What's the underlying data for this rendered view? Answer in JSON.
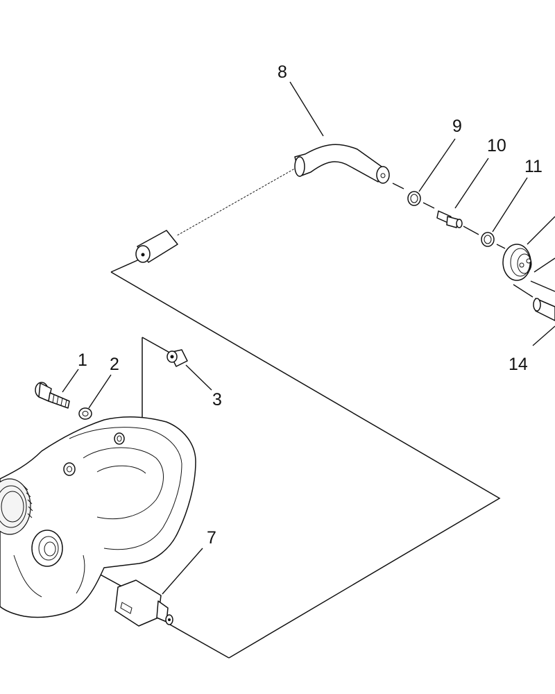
{
  "callouts": {
    "c1": "1",
    "c2": "2",
    "c3": "3",
    "c7": "7",
    "c8": "8",
    "c9": "9",
    "c10": "10",
    "c11": "11",
    "c14": "14"
  },
  "icons": {
    "screw": "screw-icon",
    "washer": "washer-icon",
    "plug": "plug-icon",
    "fitting": "fitting-icon",
    "tube": "tube-icon",
    "oring": "o-ring-icon",
    "valve": "valve-icon",
    "pulley": "pulley-icon",
    "housing": "housing-icon"
  },
  "colors": {
    "line": "#111111",
    "background": "#ffffff"
  }
}
